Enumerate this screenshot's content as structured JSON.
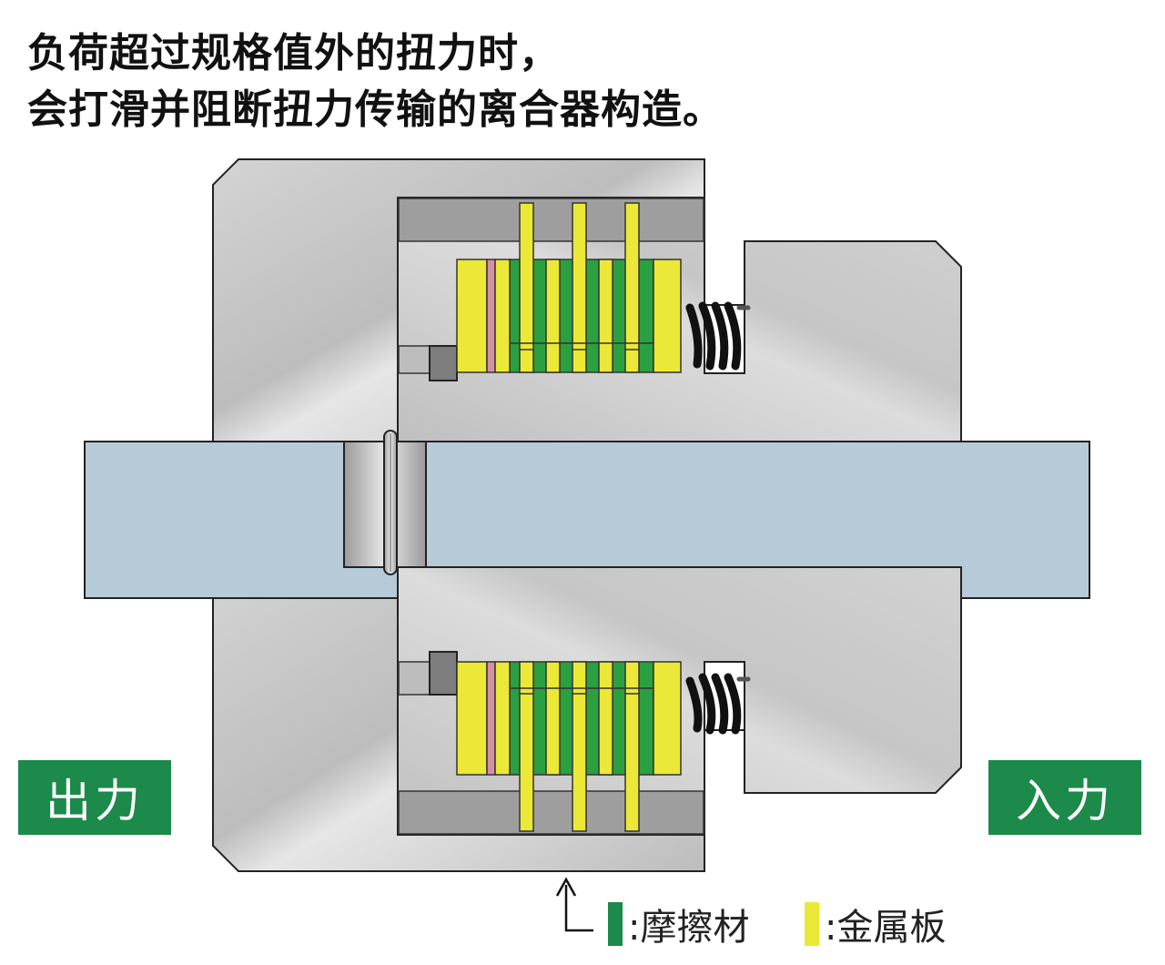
{
  "title": {
    "line1": "负荷超过规格值外的扭力时，",
    "line2": "会打滑并阻断扭力传输的离合器构造。"
  },
  "labels": {
    "output": "出力",
    "input": "入力"
  },
  "legend": {
    "friction": ":摩擦材",
    "metal": ":金属板"
  },
  "colors": {
    "tag_green": "#1b8a4a",
    "friction_green": "#2aa040",
    "metal_yellow": "#ece838",
    "shaft_blue": "#b7cad8",
    "housing_gray": "#c9c9c9",
    "spacer_pink": "#d58fa3"
  },
  "icons": {
    "annotation_arrow": "up-arrow-icon"
  }
}
